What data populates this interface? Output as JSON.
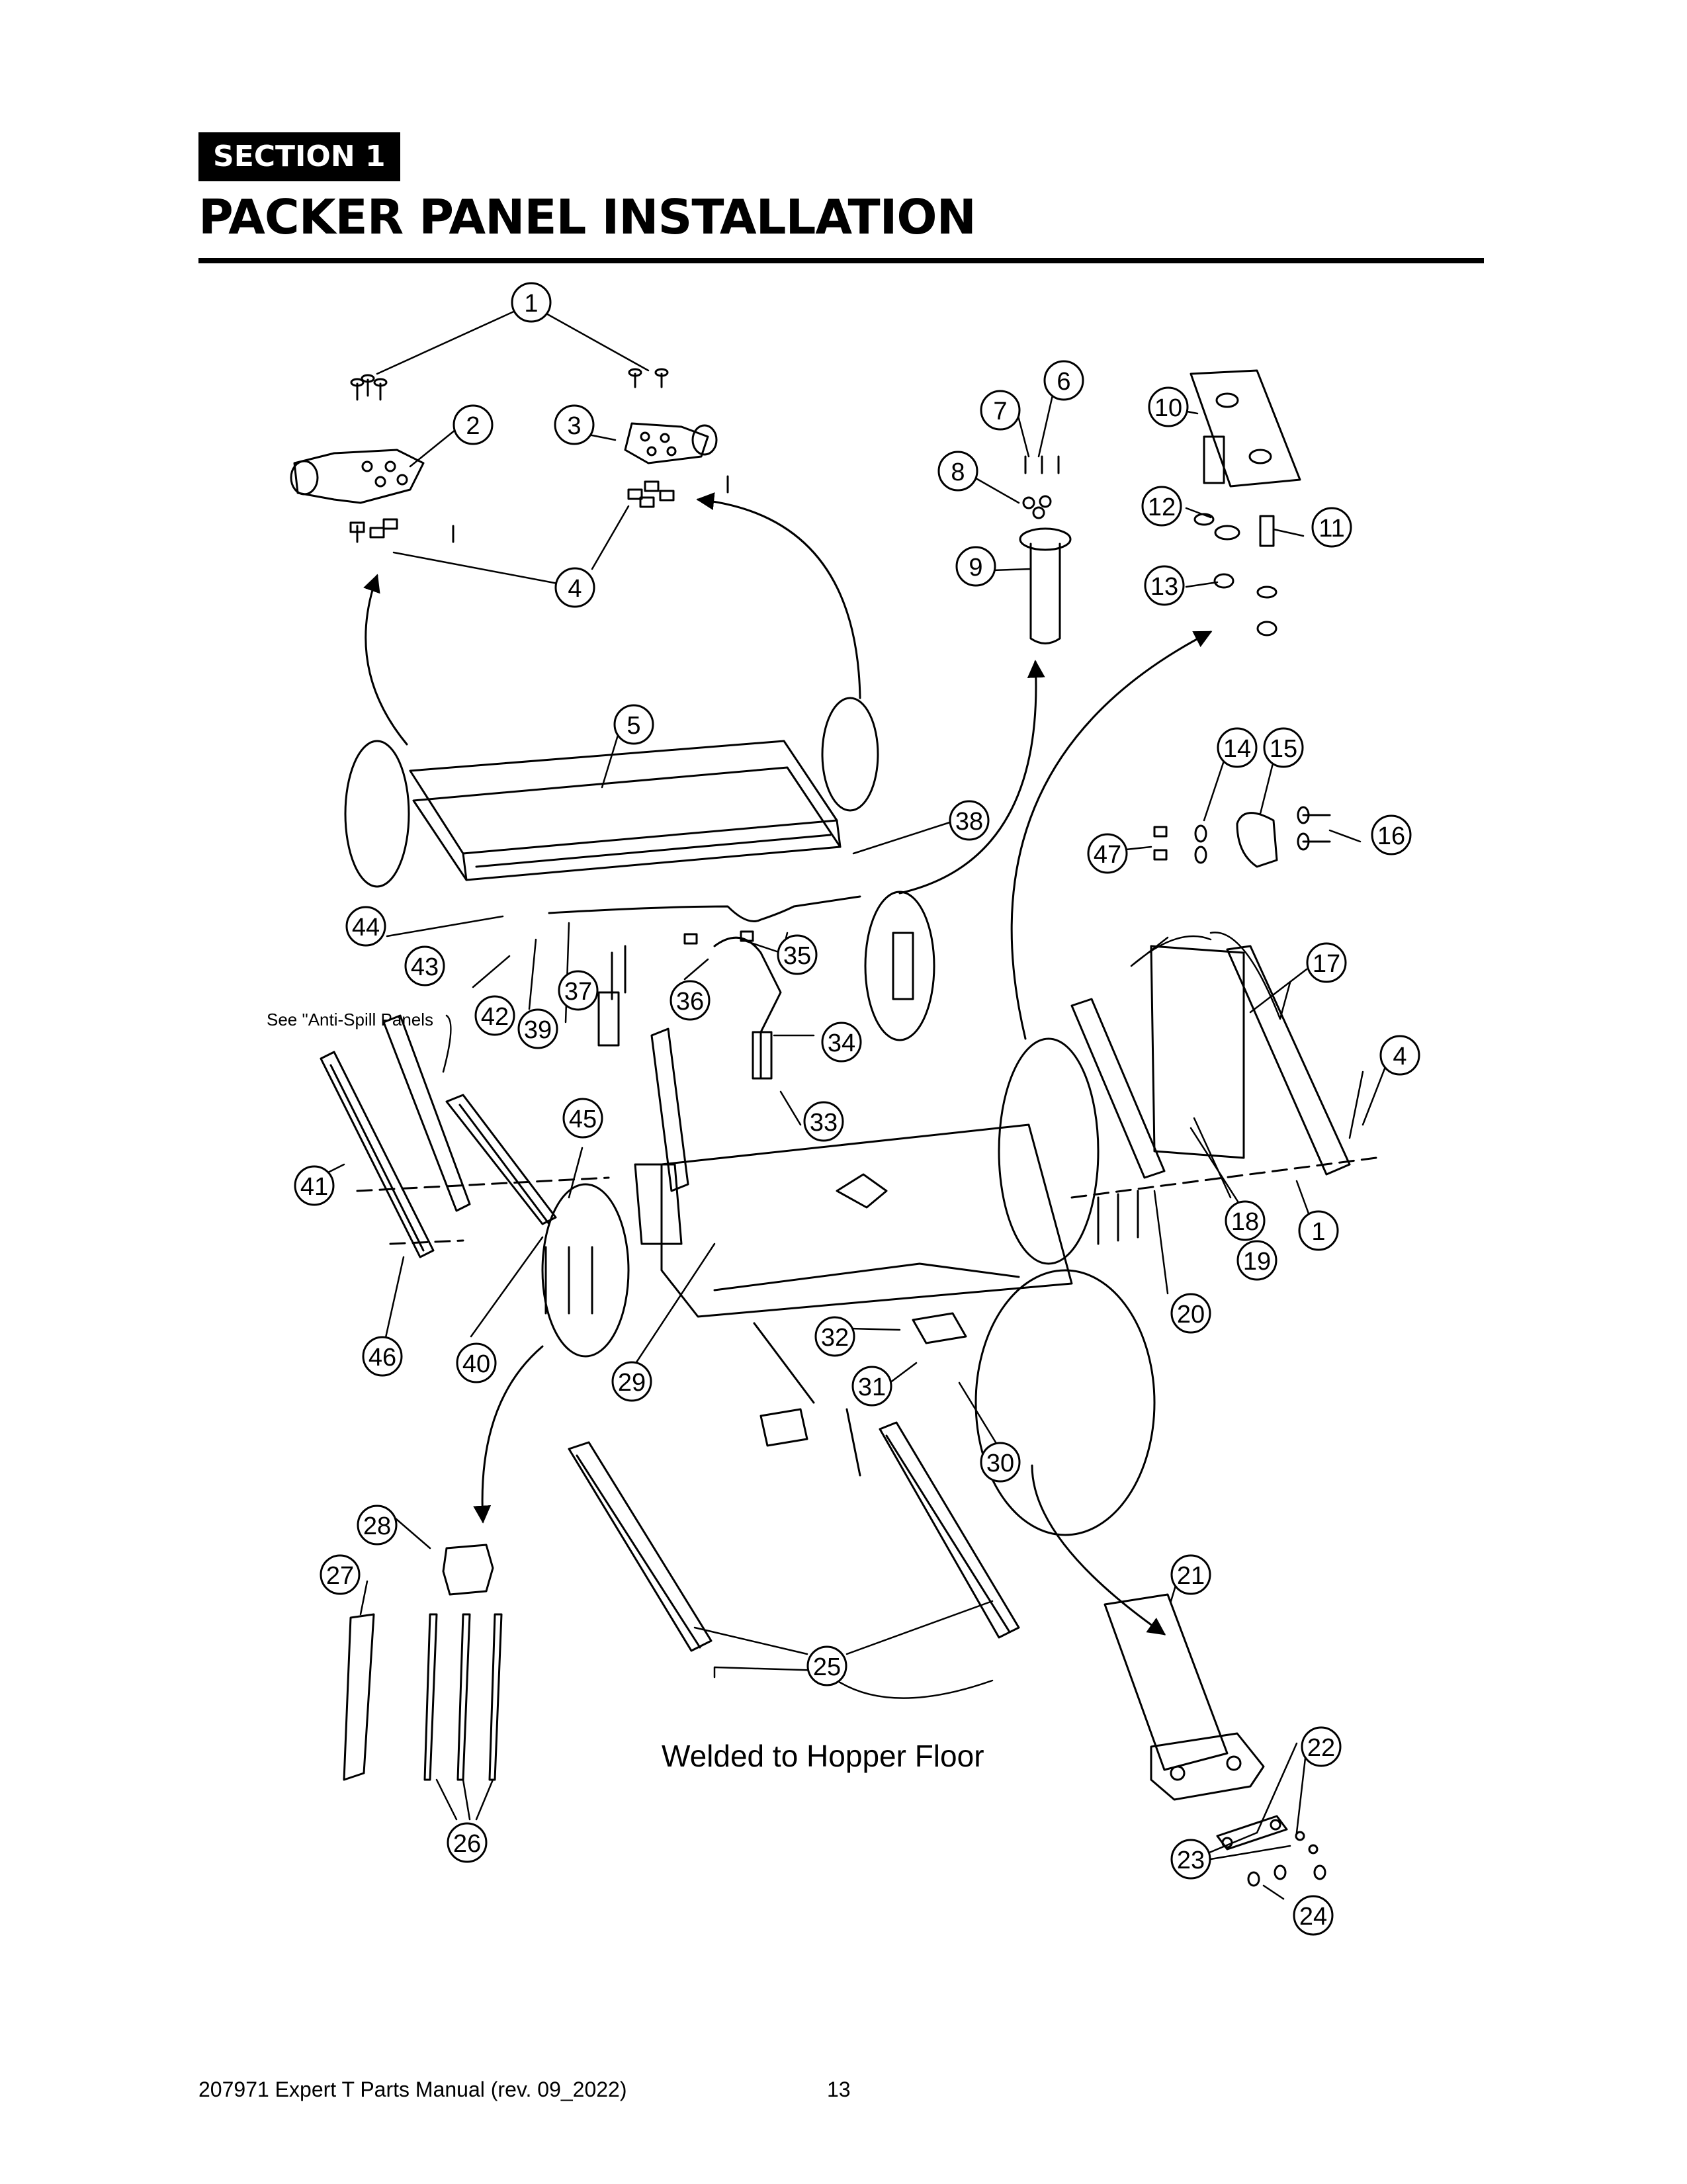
{
  "header": {
    "section_label": "SECTION 1",
    "title": "PACKER PANEL INSTALLATION"
  },
  "diagram": {
    "callouts": [
      "1",
      "2",
      "3",
      "4",
      "5",
      "6",
      "7",
      "8",
      "9",
      "10",
      "11",
      "12",
      "13",
      "14",
      "15",
      "16",
      "17",
      "4",
      "18",
      "19",
      "1",
      "20",
      "21",
      "22",
      "23",
      "24",
      "25",
      "26",
      "27",
      "28",
      "29",
      "30",
      "31",
      "32",
      "33",
      "34",
      "35",
      "36",
      "37",
      "38",
      "39",
      "40",
      "41",
      "42",
      "43",
      "44",
      "45",
      "46",
      "47"
    ],
    "notes": {
      "anti_spill": "See \"Anti-Spill Panels",
      "welded": "Welded to Hopper Floor"
    }
  },
  "footer": {
    "doc_ref": "207971 Expert T Parts Manual (rev. 09_2022)",
    "page_number": "13"
  }
}
